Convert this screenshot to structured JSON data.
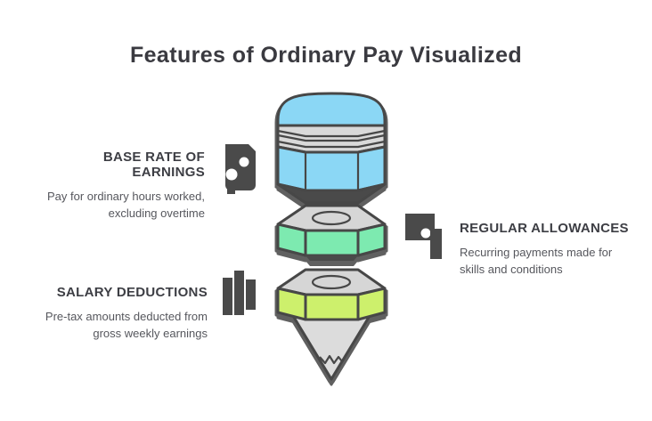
{
  "title": "Features of Ordinary Pay Visualized",
  "blocks": {
    "top_left": {
      "heading": "BASE RATE OF EARNINGS",
      "body": [
        "Pay for ordinary hours worked,",
        "excluding overtime"
      ]
    },
    "right": {
      "heading": "REGULAR ALLOWANCES",
      "body": [
        "Recurring payments made for",
        "skills and conditions"
      ]
    },
    "bottom_left": {
      "heading": "SALARY DEDUCTIONS",
      "body": [
        "Pre-tax amounts deducted from",
        "gross weekly earnings"
      ]
    }
  },
  "pencil": {
    "segments": [
      {
        "name": "eraser-cap",
        "color": "#8bd7f5"
      },
      {
        "name": "ferrule-band",
        "color": "#d9d9d9"
      },
      {
        "name": "middle-nut",
        "color": "#7deab0"
      },
      {
        "name": "lower-nut",
        "color": "#cdf06c"
      },
      {
        "name": "tip-cone",
        "color": "#dcdcdc"
      }
    ],
    "outline_color": "#474747",
    "top_face_color": "#d6d6d6",
    "underside_color": "#4a4a4a"
  },
  "icons": {
    "top_left": "perforated-card-icon",
    "right": "frame-and-bar-icon",
    "bottom_left": "bar-chart-icon"
  },
  "colors": {
    "background": "#ffffff",
    "title_text": "#3a3a40",
    "heading_text": "#3d3e44",
    "body_text": "#56575d",
    "icon_fill": "#4a4a4a",
    "shadow": "#606060"
  }
}
